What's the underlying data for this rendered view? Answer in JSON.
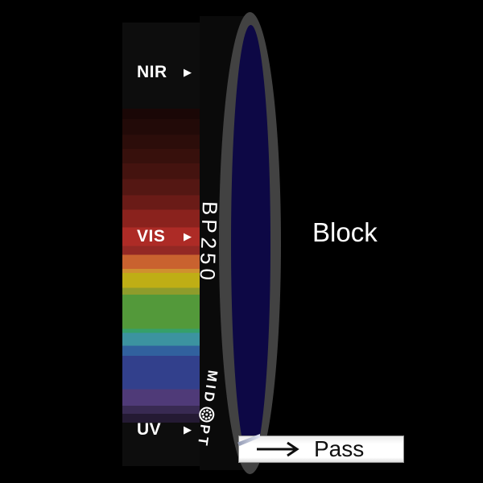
{
  "scene": {
    "background": "#000000"
  },
  "spectrum": {
    "regions": [
      {
        "label": "NIR",
        "arrow": "▶"
      },
      {
        "label": "VIS",
        "arrow": "▶"
      },
      {
        "label": "UV",
        "arrow": "▶"
      }
    ],
    "bands": [
      {
        "color": "#0d0d0d",
        "from": 0,
        "to": 19.4
      },
      {
        "color": "#1a0706",
        "from": 19.4,
        "to": 21.8
      },
      {
        "color": "#220a08",
        "from": 21.8,
        "to": 25.3
      },
      {
        "color": "#2c0d0a",
        "from": 25.3,
        "to": 28.5
      },
      {
        "color": "#37100c",
        "from": 28.5,
        "to": 31.8
      },
      {
        "color": "#44130f",
        "from": 31.8,
        "to": 35.3
      },
      {
        "color": "#541713",
        "from": 35.3,
        "to": 38.9
      },
      {
        "color": "#6a1b17",
        "from": 38.9,
        "to": 42.2
      },
      {
        "color": "#8a221d",
        "from": 42.2,
        "to": 46.2
      },
      {
        "color": "#ad2b26",
        "from": 46.2,
        "to": 50.4
      },
      {
        "color": "#932824",
        "from": 50.4,
        "to": 52.4
      },
      {
        "color": "#c9622f",
        "from": 52.4,
        "to": 55.5
      },
      {
        "color": "#d0902f",
        "from": 55.5,
        "to": 56.4
      },
      {
        "color": "#bfae15",
        "from": 56.4,
        "to": 59.8
      },
      {
        "color": "#8f9c2b",
        "from": 59.8,
        "to": 61.3
      },
      {
        "color": "#53993a",
        "from": 61.3,
        "to": 69.1
      },
      {
        "color": "#35a06a",
        "from": 69.1,
        "to": 70.0
      },
      {
        "color": "#3c93a0",
        "from": 70.0,
        "to": 72.9
      },
      {
        "color": "#31619e",
        "from": 72.9,
        "to": 75.1
      },
      {
        "color": "#32408c",
        "from": 75.1,
        "to": 82.7
      },
      {
        "color": "#4f3a78",
        "from": 82.7,
        "to": 86.4
      },
      {
        "color": "#382a52",
        "from": 86.4,
        "to": 88.2
      },
      {
        "color": "#241a33",
        "from": 88.2,
        "to": 90.2
      },
      {
        "color": "#0d0d0d",
        "from": 90.2,
        "to": 100
      }
    ]
  },
  "filter": {
    "model": "BP250",
    "brand": {
      "full": "MIDOPT",
      "prefix": "MID",
      "suffix": "PT"
    },
    "glass_color": "#0d0845",
    "rim_color": "#424242"
  },
  "annotations": {
    "block_label": "Block",
    "pass_label": "Pass"
  }
}
